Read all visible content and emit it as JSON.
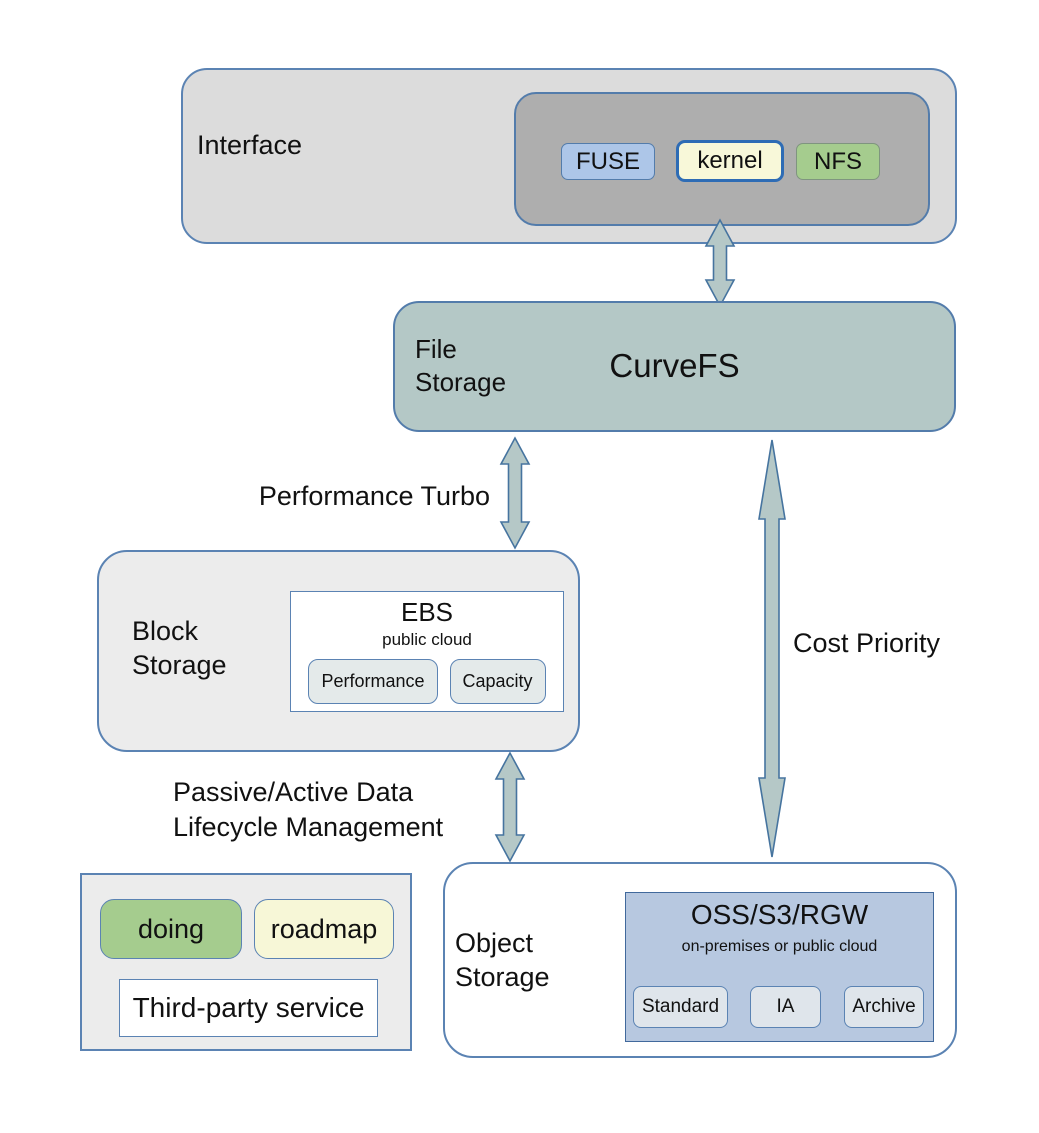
{
  "diagram": {
    "interface": {
      "label": "Interface",
      "chips": [
        {
          "label": "FUSE"
        },
        {
          "label": "kernel"
        },
        {
          "label": "NFS"
        }
      ]
    },
    "file_storage": {
      "category": "File Storage",
      "title": "CurveFS"
    },
    "block_storage": {
      "category": "Block Storage",
      "ebs": {
        "title": "EBS",
        "subtitle": "public cloud",
        "options": [
          {
            "label": "Performance"
          },
          {
            "label": "Capacity"
          }
        ]
      }
    },
    "object_storage": {
      "category": "Object Storage",
      "backend": {
        "title": "OSS/S3/RGW",
        "subtitle": "on-premises or public cloud",
        "options": [
          {
            "label": "Standard"
          },
          {
            "label": "IA"
          },
          {
            "label": "Archive"
          }
        ]
      }
    },
    "edges": {
      "performance_turbo": "Performance Turbo",
      "lifecycle": "Passive/Active Data Lifecycle Management",
      "cost_priority": "Cost Priority"
    },
    "legend": {
      "doing": "doing",
      "roadmap": "roadmap",
      "third_party": "Third-party service"
    },
    "colors": {
      "interface_bg": "#dcdcdc",
      "interface_inner_bg": "#aeaeae",
      "fuse_bg": "#adc6e8",
      "kernel_bg": "#f8f8d9",
      "nfs_bg": "#a5cc8e",
      "curvefs_bg": "#b4c8c6",
      "block_bg": "#ececec",
      "object_inner_bg": "#b7c8e0",
      "option_btn_bg": "#e4eaea",
      "doing_bg": "#a5cc8e",
      "roadmap_bg": "#f7f7d7",
      "arrow_fill": "#b5c8c7",
      "border_blue": "#5b83b3"
    }
  }
}
